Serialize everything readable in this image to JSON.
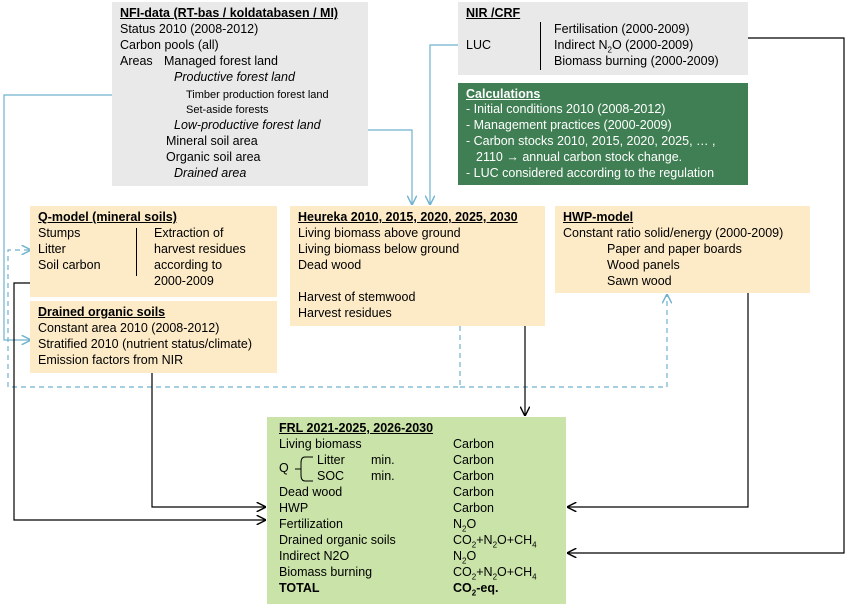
{
  "nfi": {
    "title": "NFI-data (RT-bas / koldatabasen / MI)",
    "status": "Status 2010 (2008-2012)",
    "carbon_pools": "Carbon pools (all)",
    "areas_label": "Areas",
    "managed_forest": "Managed forest land",
    "productive": "Productive forest land",
    "timber": "Timber production forest land",
    "set_aside": "Set-aside forests",
    "low_productive": "Low-productive forest land",
    "mineral": "Mineral soil area",
    "organic": "Organic soil area",
    "drained": "Drained area"
  },
  "nir": {
    "title": "NIR /CRF",
    "luc": "LUC",
    "fertilisation": "Fertilisation (2000-2009)",
    "indirect_pre": "Indirect N",
    "indirect_sub": "2",
    "indirect_post": "O (2000-2009)",
    "biomass": "Biomass burning (2000-2009)"
  },
  "calc": {
    "title": "Calculations",
    "line1": "- Initial conditions 2010 (2008-2012)",
    "line2": "- Management practices (2000-2009)",
    "line3": "- Carbon stocks 2010, 2015, 2020, 2025, … ,",
    "line4": "2110 → annual carbon stock change.",
    "line5": "- LUC considered according to the regulation"
  },
  "qmodel": {
    "title": "Q-model (mineral soils)",
    "stumps": "Stumps",
    "litter": "Litter",
    "soil_carbon": "Soil carbon",
    "extraction1": "Extraction of",
    "extraction2": "harvest residues",
    "extraction3": "according to",
    "extraction4": "2000-2009"
  },
  "drained_box": {
    "title": "Drained organic soils",
    "line1": "Constant area 2010 (2008-2012)",
    "line2": "Stratified 2010 (nutrient status/climate)",
    "line3": "Emission factors from NIR"
  },
  "heureka": {
    "title": "Heureka 2010, 2015, 2020, 2025, 2030",
    "line1": "Living biomass above ground",
    "line2": "Living biomass below ground",
    "line3": "Dead wood",
    "line4": "Harvest of stemwood",
    "line5": "Harvest residues"
  },
  "hwp": {
    "title": "HWP-model",
    "line1": "Constant ratio solid/energy (2000-2009)",
    "line2": "Paper and paper boards",
    "line3": "Wood panels",
    "line4": "Sawn wood"
  },
  "frl": {
    "title": "FRL 2021-2025, 2026-2030",
    "rows": [
      {
        "label": "Living biomass",
        "value": "Carbon"
      },
      {
        "label": "Litter",
        "min": "min.",
        "value": "Carbon"
      },
      {
        "label": "SOC",
        "min": "min.",
        "value": "Carbon"
      },
      {
        "label": "Dead wood",
        "value": "Carbon"
      },
      {
        "label": "HWP",
        "value": "Carbon"
      },
      {
        "label": "Fertilization",
        "value": "N2O"
      },
      {
        "label": "Drained organic soils",
        "value": "CO2+N2O+CH4"
      },
      {
        "label": "Indirect N2O",
        "value": "N2O"
      },
      {
        "label": "Biomass burning",
        "value": "CO2+N2O+CH4"
      },
      {
        "label": "TOTAL",
        "value": "CO2-eq."
      }
    ],
    "q_label": "Q"
  },
  "colors": {
    "gray_box": "#e9e9e9",
    "calc_green": "#3f7f53",
    "tan_box": "#fdebc8",
    "frl_green": "#cae3a9",
    "blue_line": "#6fb2cf"
  }
}
